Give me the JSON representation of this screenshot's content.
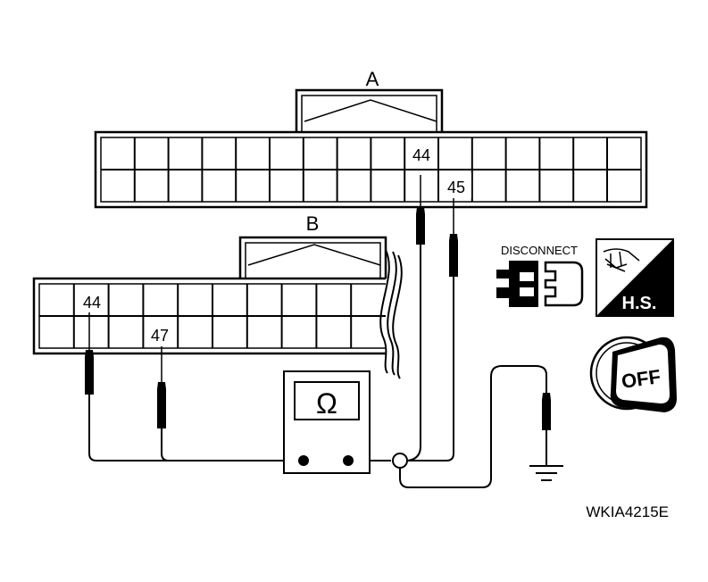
{
  "connector_a": {
    "label": "A",
    "probe_pin_1": "44",
    "probe_pin_2": "45"
  },
  "connector_b": {
    "label": "B",
    "probe_pin_1": "44",
    "probe_pin_2": "47"
  },
  "meter": {
    "symbol": "Ω"
  },
  "icons": {
    "disconnect_label": "DISCONNECT",
    "harness_side_label": "H.S.",
    "ignition_label": "OFF"
  },
  "figure_code": "WKIA4215E"
}
